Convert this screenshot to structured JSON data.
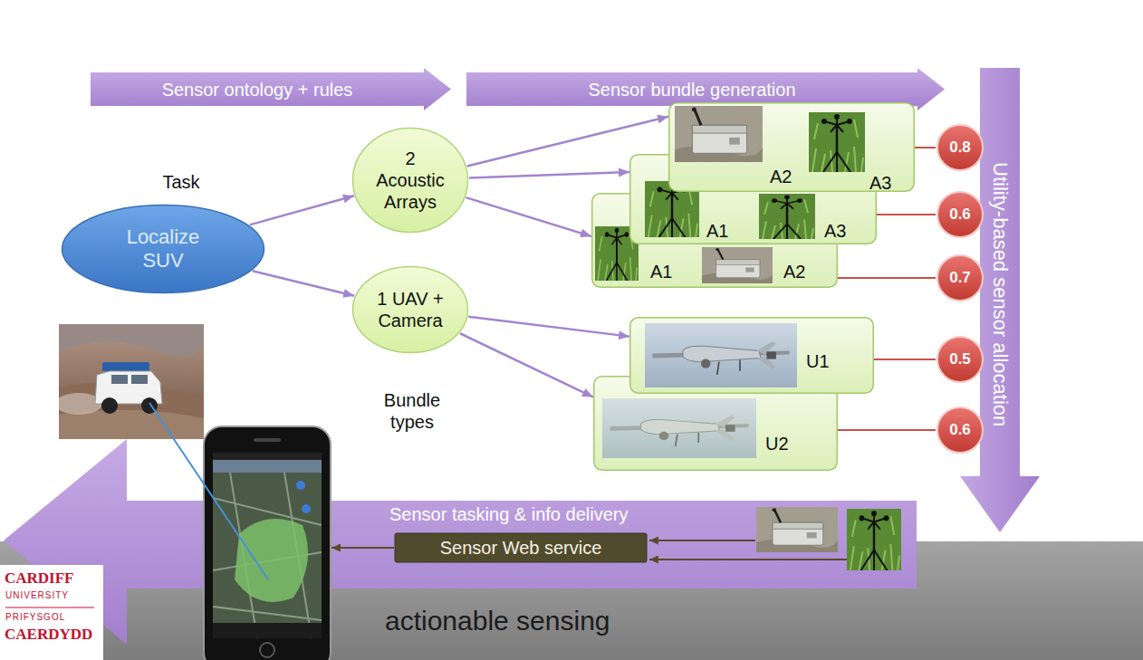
{
  "diagram": {
    "nodes": [
      {
        "text": [
          "Sensor ontology + rules"
        ]
      },
      {
        "text": [
          "Sensor bundle generation"
        ]
      },
      {
        "text": [
          "Utility-based sensor allocation"
        ]
      },
      {
        "text": [
          "Task",
          "Localize SUV"
        ]
      },
      {
        "text": [
          "2 Acoustic Arrays"
        ]
      },
      {
        "text": [
          "1 UAV + Camera"
        ]
      },
      {
        "text": [
          "A2",
          "A3"
        ]
      },
      {
        "text": [
          "A1",
          "A3"
        ]
      },
      {
        "text": [
          "A1",
          "A2"
        ]
      },
      {
        "text": [
          "0.8"
        ]
      },
      {
        "text": [
          "0.6"
        ]
      },
      {
        "text": [
          "0.7"
        ]
      },
      {
        "text": [
          "U1"
        ]
      },
      {
        "text": [
          "U2"
        ]
      },
      {
        "text": [
          "0.5"
        ]
      },
      {
        "text": [
          "0.6"
        ]
      },
      {
        "text": [
          "actionable sensing"
        ]
      },
      {
        "text": [
          "Sensor tasking & info delivery"
        ]
      },
      {
        "text": [
          "Sensor Web service"
        ],
        "in": 17
      }
    ],
    "edges": [
      {
        "from": 3,
        "to": 4,
        "arrow": "to"
      },
      {
        "from": 3,
        "to": 5,
        "arrow": "to"
      },
      {
        "from": 4,
        "to": 6,
        "arrow": "to"
      },
      {
        "from": 4,
        "to": 7,
        "arrow": "to"
      },
      {
        "from": 4,
        "to": 8,
        "arrow": "to"
      },
      {
        "from": 5,
        "to": 12,
        "arrow": "to"
      },
      {
        "from": 5,
        "to": 13,
        "arrow": "to"
      },
      {
        "from": 6,
        "to": 9,
        "arrow": "none"
      },
      {
        "from": 7,
        "to": 10,
        "arrow": "none"
      },
      {
        "from": 8,
        "to": 11,
        "arrow": "none"
      },
      {
        "from": 12,
        "to": 14,
        "arrow": "none"
      },
      {
        "from": 13,
        "to": 15,
        "arrow": "none"
      }
    ],
    "labels": [
      "Bundle types",
      "CARDIFF",
      "UNIVERSITY",
      "PRIFYSGOL",
      "CAERDYDD"
    ]
  }
}
